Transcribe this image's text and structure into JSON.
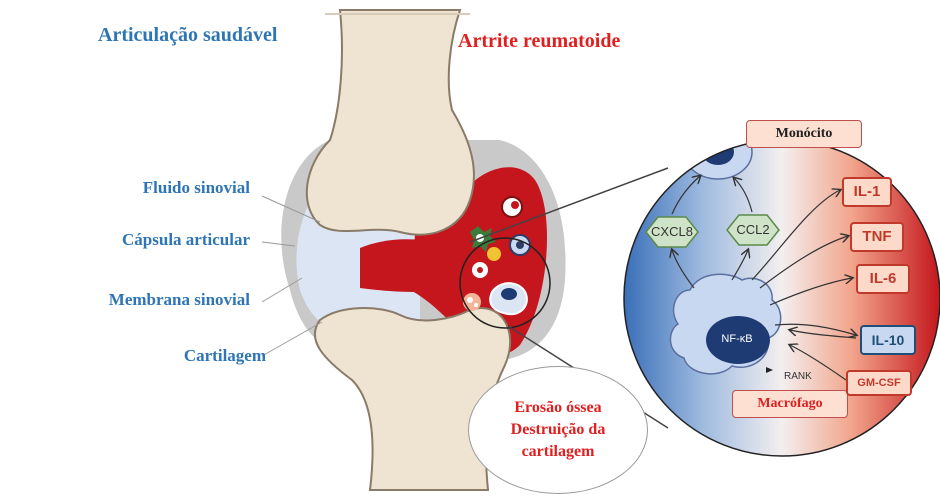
{
  "titles": {
    "healthy": "Articulação saudável",
    "disease": "Artrite reumatoide"
  },
  "labels": {
    "synovial_fluid": "Fluido sinovial",
    "joint_capsule": "Cápsula articular",
    "synovial_membrane": "Membrana sinovial",
    "cartilage": "Cartilagem"
  },
  "erosion": {
    "line1": "Erosão óssea",
    "line2": "Destruição da",
    "line3": "cartilagem"
  },
  "inset": {
    "monocyte_label": "Monócito",
    "macrophage_label": "Macrófago",
    "chemokines": [
      "CXCL8",
      "CCL2"
    ],
    "nucleus_label": "NF-κB",
    "rank_label": "RANK",
    "cytokines": [
      "IL-1",
      "TNF",
      "IL-6"
    ],
    "anti_inflammatory": "IL-10",
    "gm_csf": "GM-CSF"
  },
  "colors": {
    "healthy_blue": "#2e75b6",
    "disease_red": "#e02020",
    "inflamed_tissue": "#c4161c"
  }
}
